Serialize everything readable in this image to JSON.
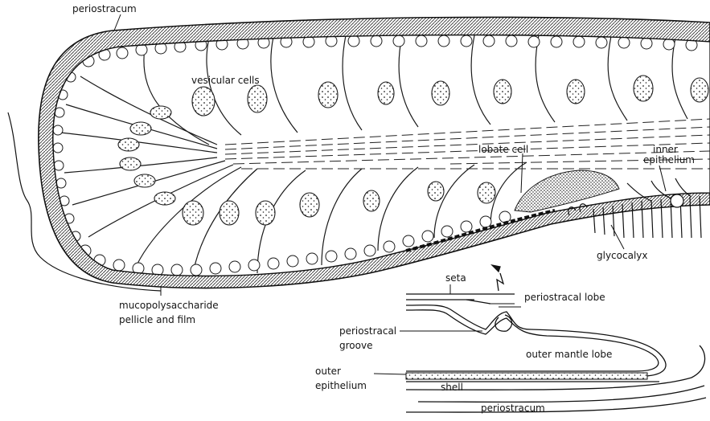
{
  "labels": {
    "periostracum_top": "periostracum",
    "vesicular_cells": "vesicular cells",
    "lobate_cell": "lobate cell",
    "inner_epithelium_1": "inner",
    "inner_epithelium_2": "epithelium",
    "glycocalyx": "glycocalyx",
    "mucopolysaccharide_1": "mucopolysaccharide",
    "mucopolysaccharide_2": "pellicle and film",
    "seta": "seta",
    "periostracal_lobe": "periostracal lobe",
    "periostracal_groove_1": "periostracal",
    "periostracal_groove_2": "groove",
    "outer_mantle_lobe": "outer mantle lobe",
    "outer_epithelium_1": "outer",
    "outer_epithelium_2": "epithelium",
    "shell": "shell",
    "periostracum_bottom": "periostracum"
  }
}
